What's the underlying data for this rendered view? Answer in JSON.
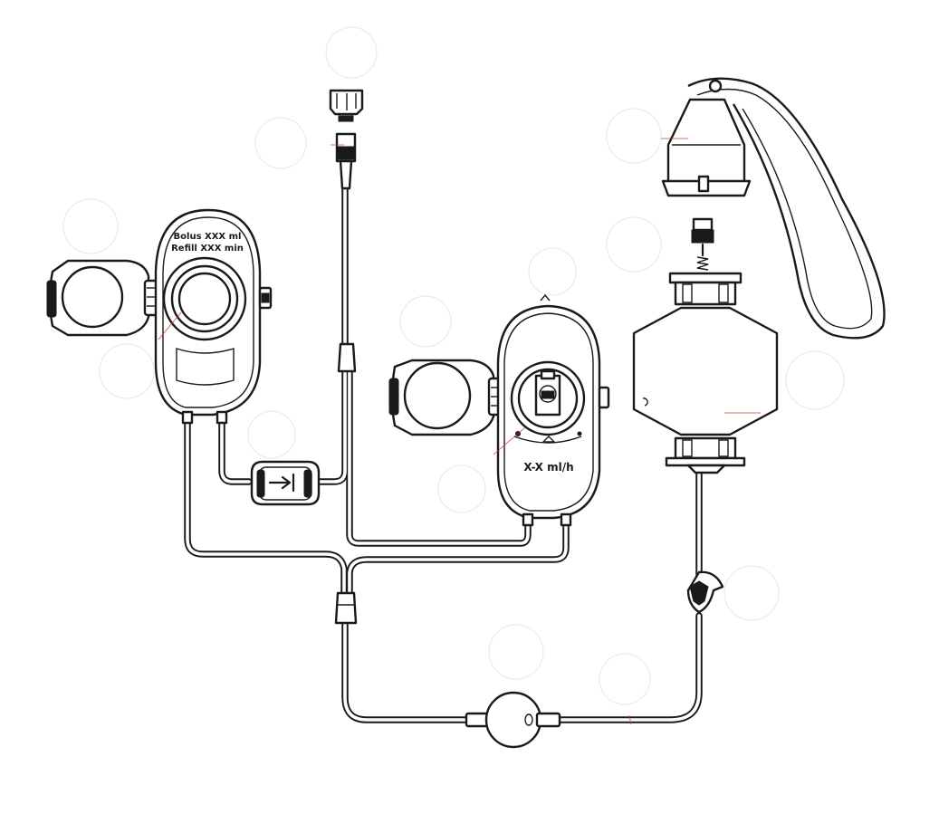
{
  "diagram": {
    "pump_bolus_label": "Bolus XXX ml",
    "pump_refill_label": "Refill XXX min",
    "flow_rate_label": "X-X ml/h"
  }
}
